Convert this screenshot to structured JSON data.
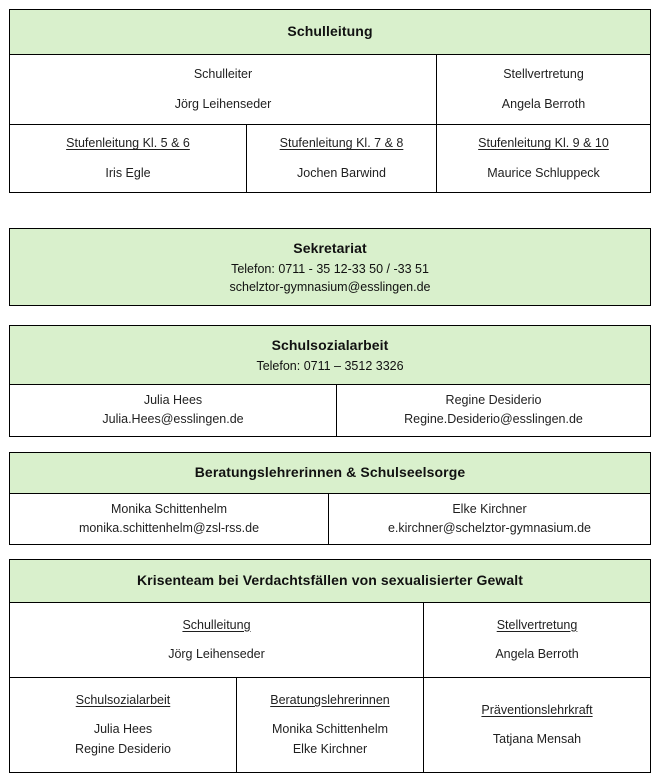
{
  "colors": {
    "header_bg": "#d9f0cc",
    "border": "#000000",
    "text": "#1f1f1f"
  },
  "sections": {
    "schulleitung": {
      "title": "Schulleitung",
      "row1": [
        {
          "role": "Schulleiter",
          "name": "Jörg Leihenseder"
        },
        {
          "role": "Stellvertretung",
          "name": "Angela Berroth"
        }
      ],
      "row2": [
        {
          "role": "Stufenleitung Kl. 5  & 6",
          "name": "Iris Egle"
        },
        {
          "role": "Stufenleitung Kl. 7 & 8",
          "name": "Jochen Barwind"
        },
        {
          "role": "Stufenleitung Kl. 9 & 10",
          "name": "Maurice Schluppeck"
        }
      ]
    },
    "sekretariat": {
      "title": "Sekretariat",
      "phone": "Telefon: 0711 - 35 12-33 50 / -33 51",
      "email": "schelztor-gymnasium@esslingen.de"
    },
    "schulsozialarbeit": {
      "title": "Schulsozialarbeit",
      "phone": "Telefon: 0711 – 3512 3326",
      "contacts": [
        {
          "name": "Julia Hees",
          "email": "Julia.Hees@esslingen.de"
        },
        {
          "name": "Regine Desiderio",
          "email": "Regine.Desiderio@esslingen.de"
        }
      ]
    },
    "beratung": {
      "title": "Beratungslehrerinnen & Schulseelsorge",
      "contacts": [
        {
          "name": "Monika Schittenhelm",
          "email": "monika.schittenhelm@zsl-rss.de"
        },
        {
          "name": "Elke Kirchner",
          "email": "e.kirchner@schelztor-gymnasium.de"
        }
      ]
    },
    "krisenteam": {
      "title": "Krisenteam bei Verdachtsfällen von sexualisierter Gewalt",
      "row1": [
        {
          "role": "Schulleitung",
          "name": "Jörg Leihenseder"
        },
        {
          "role": "Stellvertretung",
          "name": "Angela Berroth"
        }
      ],
      "row2": [
        {
          "role": "Schulsozialarbeit",
          "name1": "Julia Hees",
          "name2": "Regine Desiderio"
        },
        {
          "role": "Beratungslehrerinnen",
          "name1": "Monika Schittenhelm",
          "name2": "Elke Kirchner"
        },
        {
          "role": "Präventionslehrkraft",
          "name1": "Tatjana Mensah",
          "name2": ""
        }
      ]
    }
  }
}
